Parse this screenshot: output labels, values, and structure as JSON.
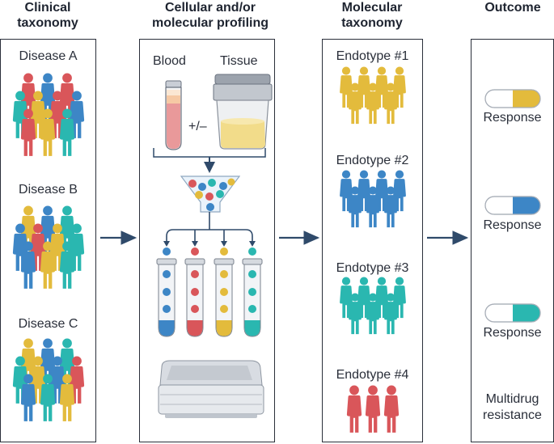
{
  "headers": {
    "clinical": [
      "Clinical",
      "taxonomy"
    ],
    "profiling": [
      "Cellular and/or",
      "molecular profiling"
    ],
    "molecular": [
      "Molecular",
      "taxonomy"
    ],
    "outcome": [
      "Outcome"
    ]
  },
  "diseases": [
    "Disease A",
    "Disease B",
    "Disease C"
  ],
  "sources": {
    "blood": "Blood",
    "tissue": "Tissue",
    "plusminus": "+/–"
  },
  "endotypes": [
    "Endotype #1",
    "Endotype #2",
    "Endotype #3",
    "Endotype #4"
  ],
  "outcomes": [
    "Response",
    "Response",
    "Response",
    "Multidrug",
    "resistance"
  ],
  "colors": {
    "red": "#d9565a",
    "blue": "#3d86c6",
    "yellow": "#e3bb3c",
    "teal": "#2ab7b0",
    "dark": "#2f4a6a",
    "border": "#2a2f3a"
  }
}
